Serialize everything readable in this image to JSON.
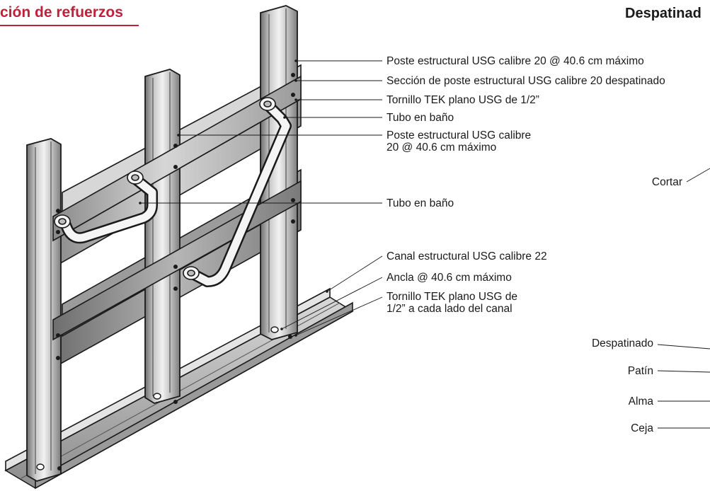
{
  "header": {
    "title": "ción de refuerzos",
    "section_title": "Despatinad"
  },
  "callouts": [
    {
      "text": "Poste estructural USG calibre 20 @ 40.6 cm máximo"
    },
    {
      "text": "Sección de poste estructural USG calibre 20 despatinado"
    },
    {
      "text": "Tornillo TEK plano USG de 1/2”"
    },
    {
      "text": "Tubo en baño"
    },
    {
      "text": "Poste estructural USG calibre\n20 @ 40.6 cm máximo"
    },
    {
      "text": "Tubo en baño"
    },
    {
      "text": "Canal estructural USG calibre 22"
    },
    {
      "text": "Ancla @ 40.6 cm máximo"
    },
    {
      "text": "Tornillo TEK plano USG de\n1/2” a cada lado del canal"
    }
  ],
  "detail_labels": {
    "cortar": "Cortar",
    "despatinado": "Despatinado",
    "patin": "Patín",
    "alma": "Alma",
    "ceja": "Ceja"
  },
  "colors": {
    "title_red": "#c0213a",
    "metal_light": "#e9e9e9",
    "metal_mid": "#b8b8b8",
    "metal_dark": "#7a7a7a"
  }
}
